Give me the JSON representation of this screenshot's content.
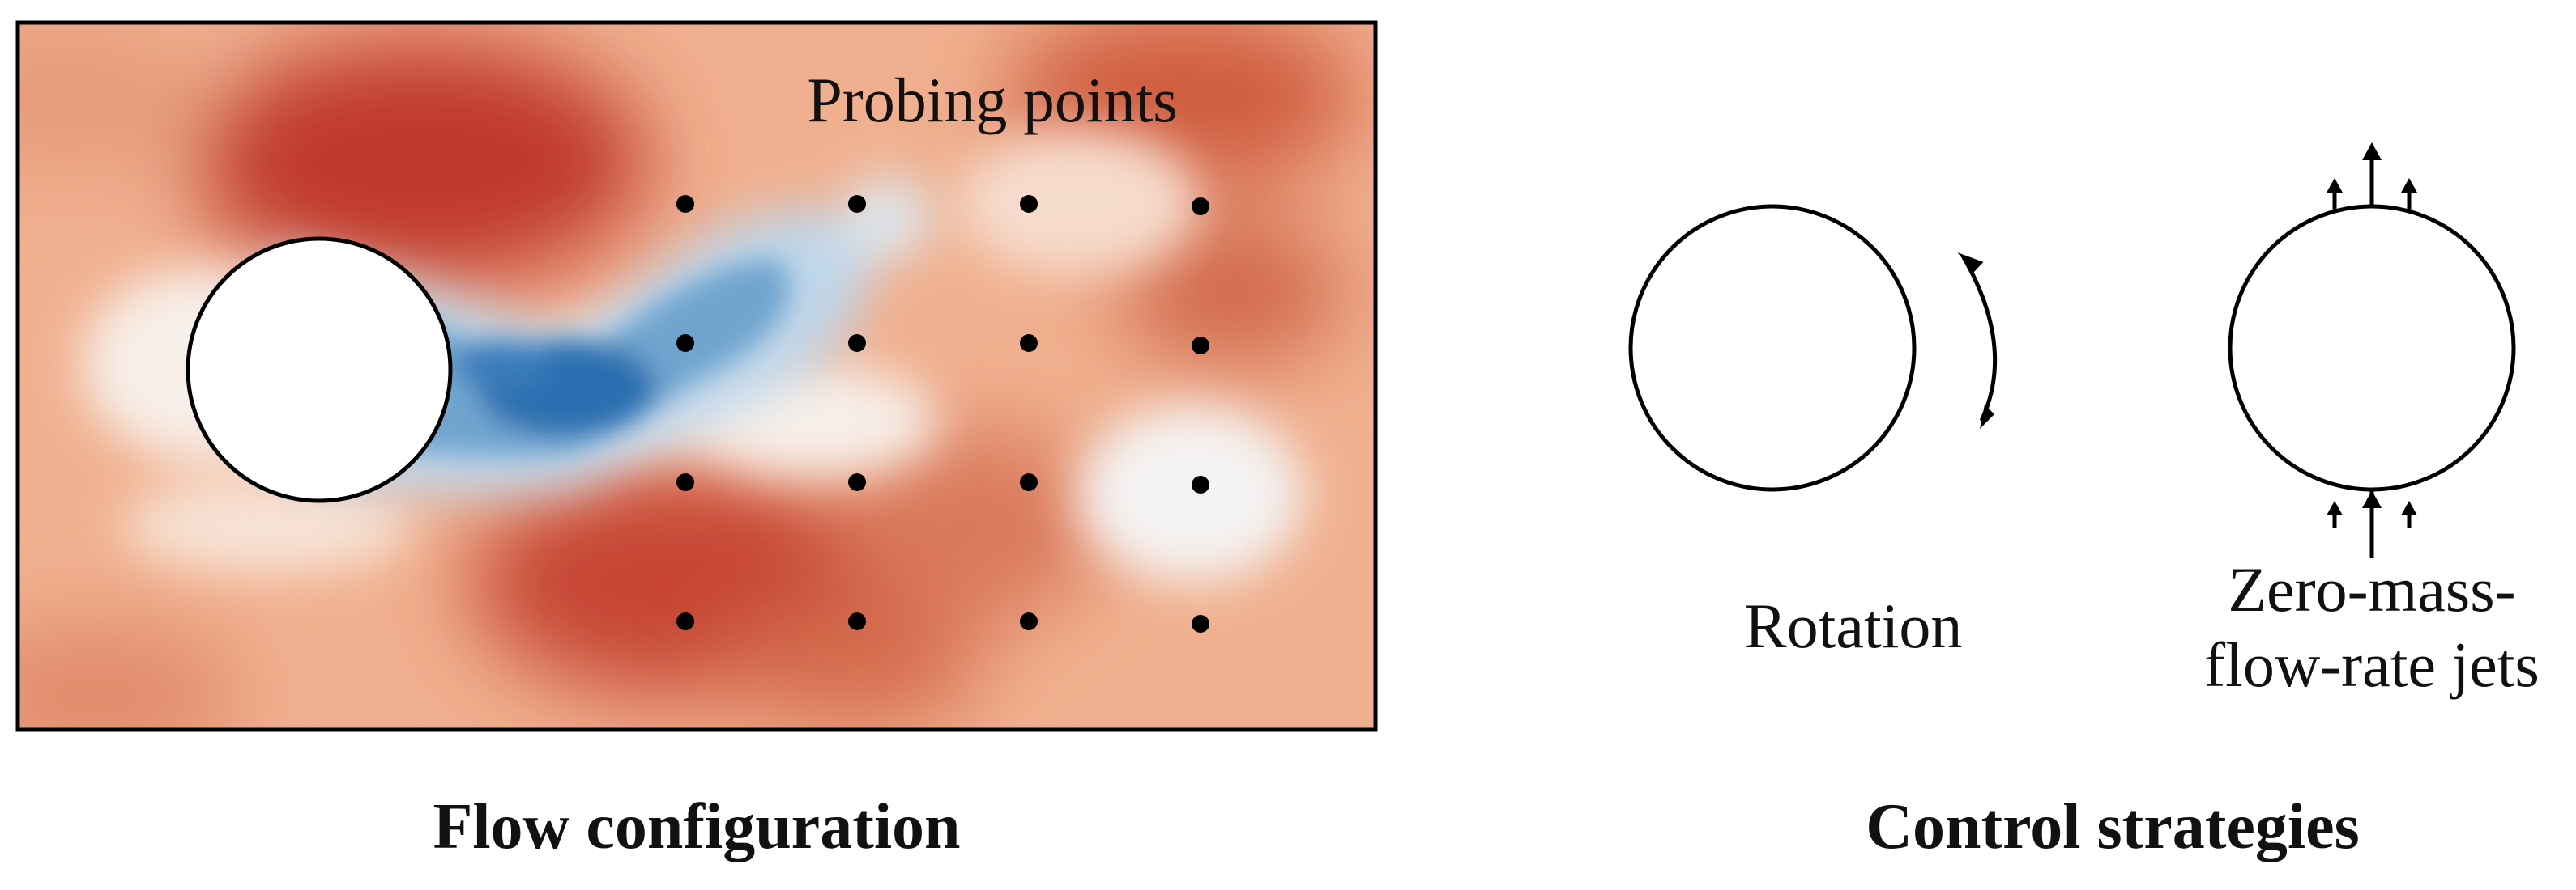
{
  "labels": {
    "probing_points": "Probing points",
    "rotation": "Rotation",
    "jets_line1": "Zero-mass-",
    "jets_line2": "flow-rate jets",
    "caption_left": "Flow configuration",
    "caption_right": "Control strategies"
  },
  "colors": {
    "flow_background": "#f0b08f",
    "high_velocity": "#c0392b",
    "low_velocity": "#2c6fb0",
    "neutral": "#f7f7f7",
    "ink": "#000000"
  },
  "probes": {
    "columns": 4,
    "rows": 4
  },
  "icons": {
    "rotation": "curved-double-arrow-icon",
    "jets": "jet-arrows-icon"
  }
}
